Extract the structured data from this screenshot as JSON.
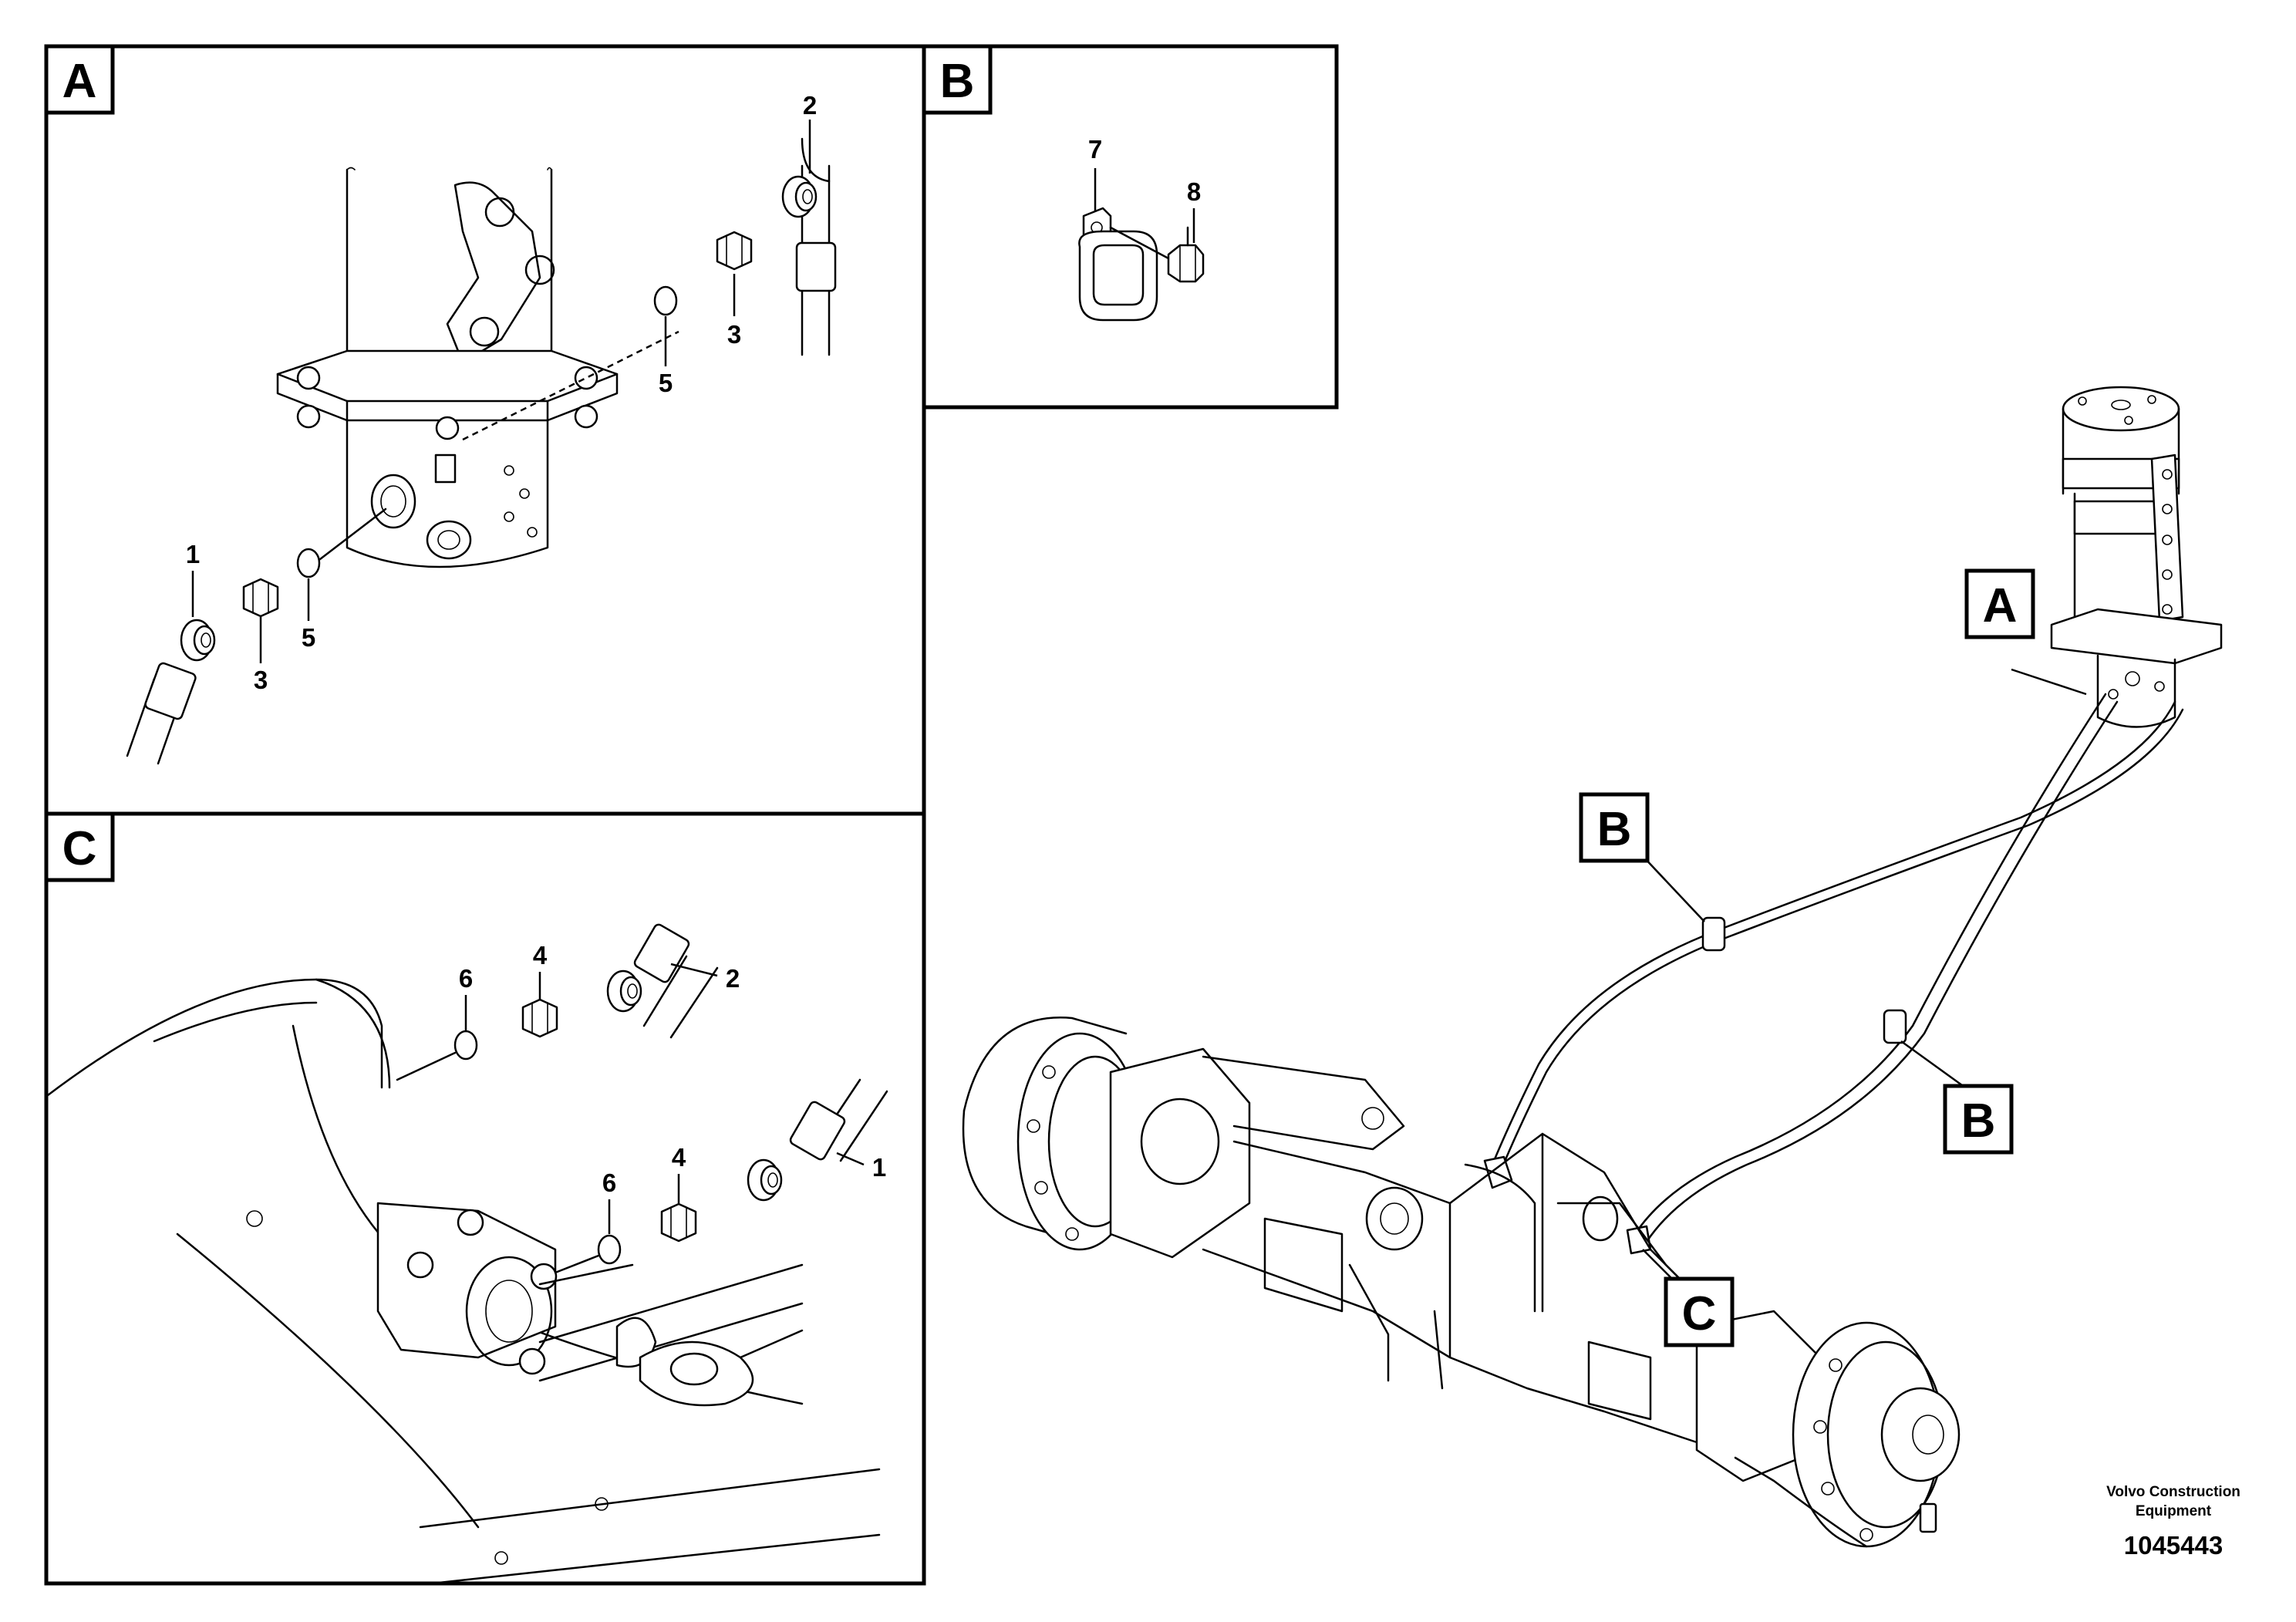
{
  "panels": {
    "a": {
      "label": "A",
      "callouts": {
        "n1": "1",
        "n2": "2",
        "n3a": "3",
        "n3b": "3",
        "n5a": "5",
        "n5b": "5"
      }
    },
    "b": {
      "label": "B",
      "callouts": {
        "n7": "7",
        "n8": "8"
      }
    },
    "c": {
      "label": "C",
      "callouts": {
        "n6a": "6",
        "n6b": "6",
        "n4a": "4",
        "n4b": "4",
        "n2": "2",
        "n1": "1"
      }
    }
  },
  "overview": {
    "tag_a": "A",
    "tag_b1": "B",
    "tag_b2": "B",
    "tag_c": "C"
  },
  "footer": {
    "company_line1": "Volvo Construction",
    "company_line2": "Equipment",
    "drawing_number": "1045443"
  }
}
